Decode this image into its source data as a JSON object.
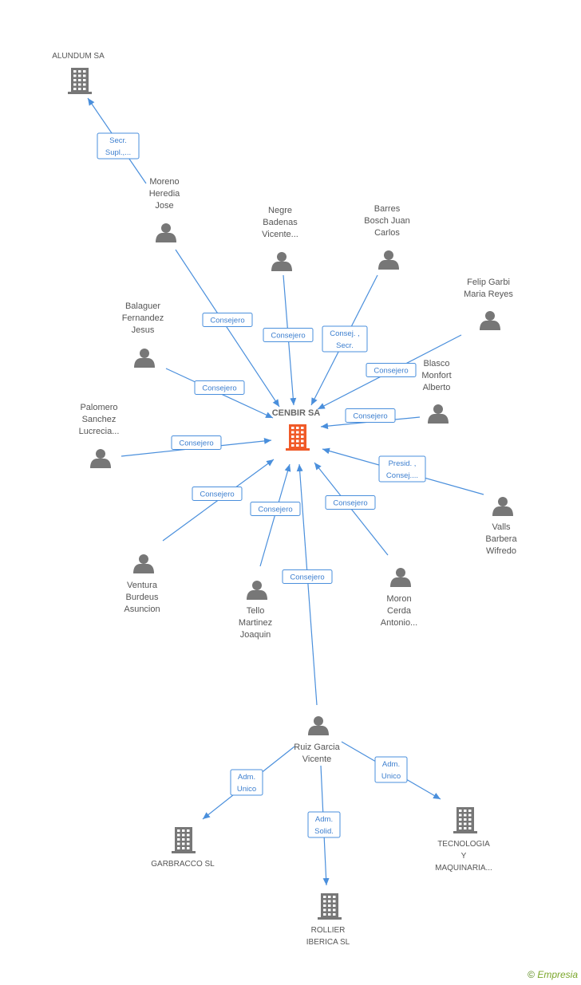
{
  "center": {
    "id": "cenbir",
    "lines": [
      "CENBIR SA"
    ],
    "color": "#f05a28"
  },
  "companies": [
    {
      "id": "alundum",
      "lines": [
        "ALUNDUM SA"
      ]
    },
    {
      "id": "garbracco",
      "lines": [
        "GARBRACCO SL"
      ]
    },
    {
      "id": "rollier",
      "lines": [
        "ROLLIER",
        "IBERICA SL"
      ]
    },
    {
      "id": "tecnologia",
      "lines": [
        "TECNOLOGIA",
        "Y",
        "MAQUINARIA..."
      ]
    }
  ],
  "people": [
    {
      "id": "moreno",
      "lines": [
        "Moreno",
        "Heredia",
        "Jose"
      ]
    },
    {
      "id": "negre",
      "lines": [
        "Negre",
        "Badenas",
        "Vicente..."
      ]
    },
    {
      "id": "barres",
      "lines": [
        "Barres",
        "Bosch Juan",
        "Carlos"
      ]
    },
    {
      "id": "felip",
      "lines": [
        "Felip Garbi",
        "Maria Reyes"
      ]
    },
    {
      "id": "balaguer",
      "lines": [
        "Balaguer",
        "Fernandez",
        "Jesus"
      ]
    },
    {
      "id": "blasco",
      "lines": [
        "Blasco",
        "Monfort",
        "Alberto"
      ]
    },
    {
      "id": "palomero",
      "lines": [
        "Palomero",
        "Sanchez",
        "Lucrecia..."
      ]
    },
    {
      "id": "valls",
      "lines": [
        "Valls",
        "Barbera",
        "Wifredo"
      ]
    },
    {
      "id": "ventura",
      "lines": [
        "Ventura",
        "Burdeus",
        "Asuncion"
      ]
    },
    {
      "id": "tello",
      "lines": [
        "Tello",
        "Martinez",
        "Joaquin"
      ]
    },
    {
      "id": "moron",
      "lines": [
        "Moron",
        "Cerda",
        "Antonio..."
      ]
    },
    {
      "id": "ruiz",
      "lines": [
        "Ruiz Garcia",
        "Vicente"
      ]
    }
  ],
  "relations": [
    {
      "from": "moreno",
      "to": "alundum",
      "label": [
        "Secr.",
        "Supl.,..."
      ]
    },
    {
      "from": "moreno",
      "to": "cenbir",
      "label": [
        "Consejero"
      ]
    },
    {
      "from": "negre",
      "to": "cenbir",
      "label": [
        "Consejero"
      ]
    },
    {
      "from": "barres",
      "to": "cenbir",
      "label": [
        "Consej. ,",
        "Secr."
      ]
    },
    {
      "from": "felip",
      "to": "cenbir",
      "label": [
        "Consejero"
      ]
    },
    {
      "from": "balaguer",
      "to": "cenbir",
      "label": [
        "Consejero"
      ]
    },
    {
      "from": "blasco",
      "to": "cenbir",
      "label": [
        "Consejero"
      ]
    },
    {
      "from": "palomero",
      "to": "cenbir",
      "label": [
        "Consejero"
      ]
    },
    {
      "from": "valls",
      "to": "cenbir",
      "label": [
        "Presid. ,",
        "Consej...."
      ]
    },
    {
      "from": "ventura",
      "to": "cenbir",
      "label": [
        "Consejero"
      ]
    },
    {
      "from": "tello",
      "to": "cenbir",
      "label": [
        "Consejero"
      ]
    },
    {
      "from": "moron",
      "to": "cenbir",
      "label": [
        "Consejero"
      ]
    },
    {
      "from": "ruiz",
      "to": "cenbir",
      "label": [
        "Consejero"
      ]
    },
    {
      "from": "ruiz",
      "to": "garbracco",
      "label": [
        "Adm.",
        "Unico"
      ]
    },
    {
      "from": "ruiz",
      "to": "rollier",
      "label": [
        "Adm.",
        "Solid."
      ]
    },
    {
      "from": "ruiz",
      "to": "tecnologia",
      "label": [
        "Adm.",
        "Unico"
      ]
    }
  ],
  "icons": {
    "person": "person-icon",
    "company": "building-icon",
    "person_color": "#777777",
    "company_color": "#777777",
    "edge_color": "#4a8fdc"
  },
  "watermark": {
    "symbol": "©",
    "brand": "Empresia"
  }
}
